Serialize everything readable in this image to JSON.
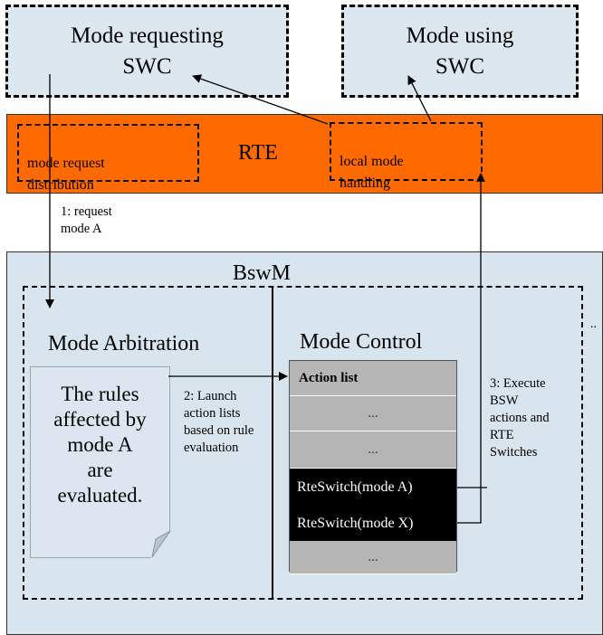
{
  "swc_requesting": {
    "label": "Mode requesting\nSWC"
  },
  "swc_using": {
    "label": "Mode using\nSWC"
  },
  "rte": {
    "label": "RTE",
    "mode_request_distribution": "mode request\ndistribution",
    "local_mode_handling": "local mode\nhandling"
  },
  "steps": {
    "request": "1: request\nmode A",
    "launch": "2: Launch\naction lists\nbased on rule\nevaluation",
    "execute": "3: Execute\nBSW\nactions and\nRTE\nSwitches"
  },
  "bswm": {
    "label": "BswM",
    "arbitration_title": "Mode Arbitration",
    "control_title": "Mode Control",
    "rules_note": "The rules\naffected by\nmode A\nare\nevaluated.",
    "action_list": {
      "header": "Action list",
      "rows": [
        "...",
        "...",
        "RteSwitch(mode A)",
        "RteSwitch(mode X)",
        "..."
      ]
    },
    "edge_mark": ".."
  }
}
